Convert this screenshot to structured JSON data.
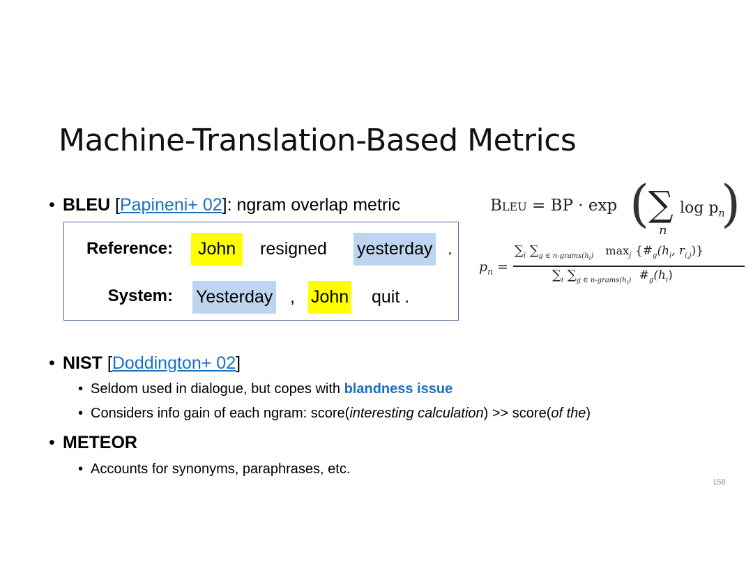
{
  "slide": {
    "title": "Machine-Translation-Based Metrics",
    "page_number": "158"
  },
  "bleu": {
    "name": "BLEU",
    "open_bracket": "[",
    "citation": "Papineni+ 02",
    "after": "]: ngram overlap metric",
    "example": {
      "reference_label": "Reference:",
      "reference_tokens": [
        "John",
        "resigned",
        "yesterday",
        "."
      ],
      "system_label": "System:",
      "system_tokens": [
        "Yesterday",
        ",",
        "John",
        "quit ."
      ]
    },
    "formula_bleu": {
      "lhs": "Bleu",
      "rhs_prefix": "= BP · exp",
      "sum_sub": "n",
      "term": "log p",
      "term_sub": "n"
    },
    "formula_pn": {
      "lhs": "p",
      "lhs_sub": "n",
      "eq": "=",
      "num_sums": "∑",
      "num_sum_sub1": "i",
      "num_sum_sub2": "g ∈ n-grams(h",
      "num_sum_sub2_i": "i",
      "num_max": "max",
      "num_max_sub": "j",
      "num_body": "{#",
      "num_body_sub": "g",
      "num_body_rest": "(h",
      "num_body_hi": "i",
      "num_body_r": ", r",
      "num_body_rij": "i,j",
      "num_body_end": ")}",
      "den_body": "#",
      "den_body_sub": "g",
      "den_body_rest": "(h",
      "den_body_hi": "i",
      "den_body_end": ")"
    }
  },
  "nist": {
    "name": "NIST",
    "open_bracket": "[",
    "citation": "Doddington+ 02",
    "close_bracket": "]",
    "sub1_prefix": "Seldom used in dialogue, but copes with ",
    "sub1_highlight": "blandness issue",
    "sub2_prefix": "Considers info gain of each ngram: score(",
    "sub2_italic1": "interesting calculation",
    "sub2_mid": ") >> score(",
    "sub2_italic2": "of the",
    "sub2_end": ")"
  },
  "meteor": {
    "name": "METEOR",
    "sub1": "Accounts for synonyms, paraphrases, etc."
  },
  "bullet_char": "•",
  "colors": {
    "link": "#1a6fc4",
    "highlight_yellow": "#ffff00",
    "highlight_blue": "#bdd5ee",
    "box_border": "#4a6b9e"
  }
}
